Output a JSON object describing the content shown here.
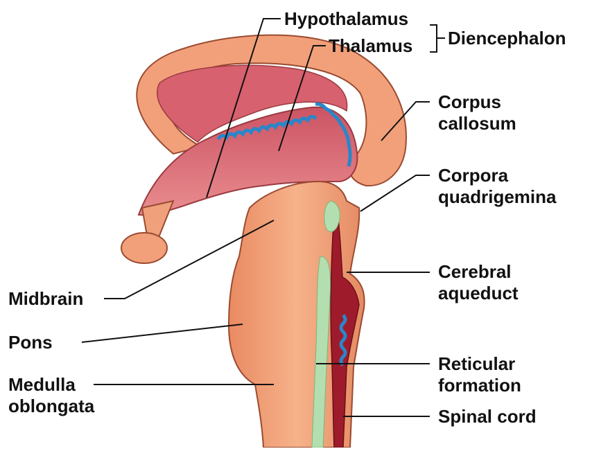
{
  "diagram": {
    "labels": {
      "hypothalamus": "Hypothalamus",
      "thalamus": "Thalamus",
      "diencephalon": "Diencephalon",
      "corpus_callosum_1": "Corpus",
      "corpus_callosum_2": "callosum",
      "corpora_quadrigemina_1": "Corpora",
      "corpora_quadrigemina_2": "quadrigemina",
      "cerebral_aqueduct_1": "Cerebral",
      "cerebral_aqueduct_2": "aqueduct",
      "reticular_formation_1": "Reticular",
      "reticular_formation_2": "formation",
      "spinal_cord": "Spinal cord",
      "midbrain": "Midbrain",
      "pons": "Pons",
      "medulla_oblongata_1": "Medulla",
      "medulla_oblongata_2": "oblongata"
    },
    "colors": {
      "tissue": "#f2a27a",
      "tissue_dark": "#d9785a",
      "cavity": "#c8475c",
      "cavity_light": "#e88a93",
      "choroid": "#3a8fd0",
      "reticular": "#b9e3b8",
      "outline": "#8a3a26",
      "leader": "#111111"
    }
  }
}
